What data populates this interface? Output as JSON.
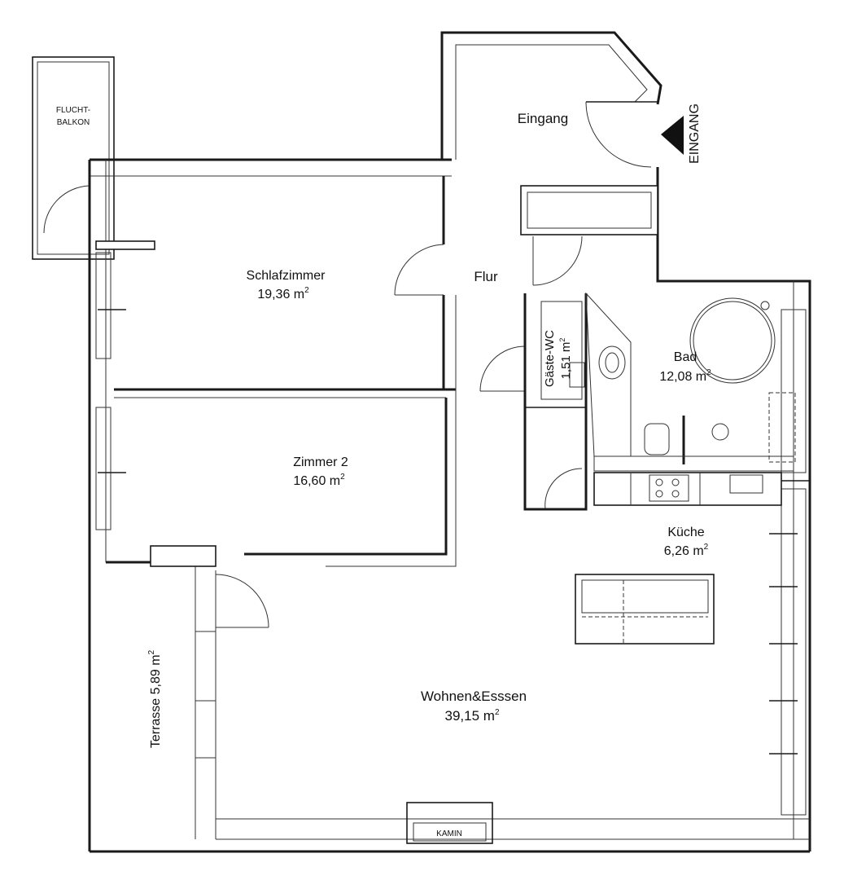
{
  "plan": {
    "entrance_marker": "EINGANG",
    "fireplace": "KAMIN",
    "rooms": [
      {
        "id": "flucht",
        "name_line1": "FLUCHT-",
        "name_line2": "BALKON"
      },
      {
        "id": "eingang",
        "name": "Eingang"
      },
      {
        "id": "flur",
        "name": "Flur"
      },
      {
        "id": "schlaf",
        "name": "Schlafzimmer",
        "area": "19,36 m",
        "unit_exp": "2"
      },
      {
        "id": "zimmer2",
        "name": "Zimmer 2",
        "area": "16,60 m",
        "unit_exp": "2"
      },
      {
        "id": "gaeste",
        "name": "Gäste-WC",
        "area": "1,51 m",
        "unit_exp": "2"
      },
      {
        "id": "bad",
        "name": "Bad",
        "area": "12,08 m",
        "unit_exp": "2"
      },
      {
        "id": "kueche",
        "name": "Küche",
        "area": "6,26 m",
        "unit_exp": "2"
      },
      {
        "id": "wohnen",
        "name": "Wohnen&Esssen",
        "area": "39,15 m",
        "unit_exp": "2"
      },
      {
        "id": "terrasse",
        "name": "Terrasse",
        "area": "5,89 m",
        "unit_exp": "2"
      }
    ]
  }
}
